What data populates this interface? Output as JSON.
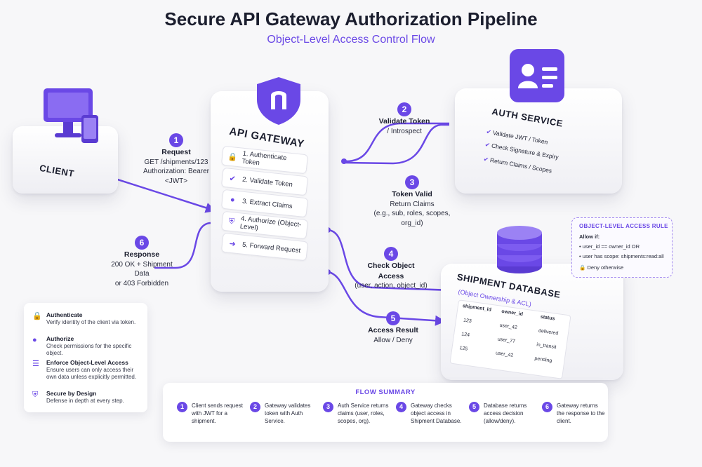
{
  "title": "Secure API Gateway Authorization Pipeline",
  "subtitle": "Object-Level Access Control Flow",
  "client": {
    "label": "CLIENT"
  },
  "gateway": {
    "label": "API GATEWAY",
    "steps": [
      "1. Authenticate Token",
      "2. Validate Token",
      "3. Extract Claims",
      "4. Authorize (Object-Level)",
      "5. Forward Request"
    ]
  },
  "auth": {
    "label": "AUTH SERVICE",
    "checks": [
      "Validate JWT / Token",
      "Check Signature & Expiry",
      "Return Claims / Scopes"
    ]
  },
  "database": {
    "label": "SHIPMENT DATABASE",
    "sublabel": "(Object Ownership & ACL)",
    "headers": [
      "shipment_id",
      "owner_id",
      "status"
    ],
    "rows": [
      [
        "123",
        "user_42",
        "delivered"
      ],
      [
        "124",
        "user_77",
        "in_transit"
      ],
      [
        "125",
        "user_42",
        "pending"
      ]
    ]
  },
  "rule": {
    "title": "OBJECT-LEVEL ACCESS RULE",
    "allow": "Allow if:",
    "cond1": "user_id == owner_id    OR",
    "cond2": "user has scope: shipments:read:all",
    "deny": "Deny otherwise"
  },
  "annotations": {
    "a1": {
      "num": "1",
      "title": "Request",
      "l1": "GET /shipments/123",
      "l2": "Authorization: Bearer <JWT>"
    },
    "a2": {
      "num": "2",
      "title": "Validate Token",
      "l1": "/ Introspect"
    },
    "a3": {
      "num": "3",
      "title": "Token Valid",
      "l1": "Return Claims",
      "l2": "(e.g., sub, roles, scopes, org_id)"
    },
    "a4": {
      "num": "4",
      "title": "Check Object Access",
      "l1": "(user, action, object_id)"
    },
    "a5": {
      "num": "5",
      "title": "Access Result",
      "l1": "Allow / Deny"
    },
    "a6": {
      "num": "6",
      "title": "Response",
      "l1": "200 OK + Shipment Data",
      "l2": "or 403 Forbidden"
    }
  },
  "legend": [
    {
      "icon": "lock-icon",
      "title": "Authenticate",
      "desc": "Verify identity of the client via token."
    },
    {
      "icon": "user-icon",
      "title": "Authorize",
      "desc": "Check permissions for the specific object."
    },
    {
      "icon": "database-icon",
      "title": "Enforce Object-Level Access",
      "desc": "Ensure users can only access their own data unless explicitly permitted."
    },
    {
      "icon": "shield-icon",
      "title": "Secure by Design",
      "desc": "Defense in depth at every step."
    }
  ],
  "summary": {
    "title": "FLOW SUMMARY",
    "items": [
      {
        "num": "1",
        "text": "Client sends request with JWT for a shipment."
      },
      {
        "num": "2",
        "text": "Gateway validates token with Auth Service."
      },
      {
        "num": "3",
        "text": "Auth Service returns claims (user, roles, scopes, org)."
      },
      {
        "num": "4",
        "text": "Gateway checks object access in Shipment Database."
      },
      {
        "num": "5",
        "text": "Database returns access decision (allow/deny)."
      },
      {
        "num": "6",
        "text": "Gateway returns the response to the client."
      }
    ]
  },
  "colors": {
    "accent": "#6a48e6",
    "accent_light": "#a58cf0"
  }
}
